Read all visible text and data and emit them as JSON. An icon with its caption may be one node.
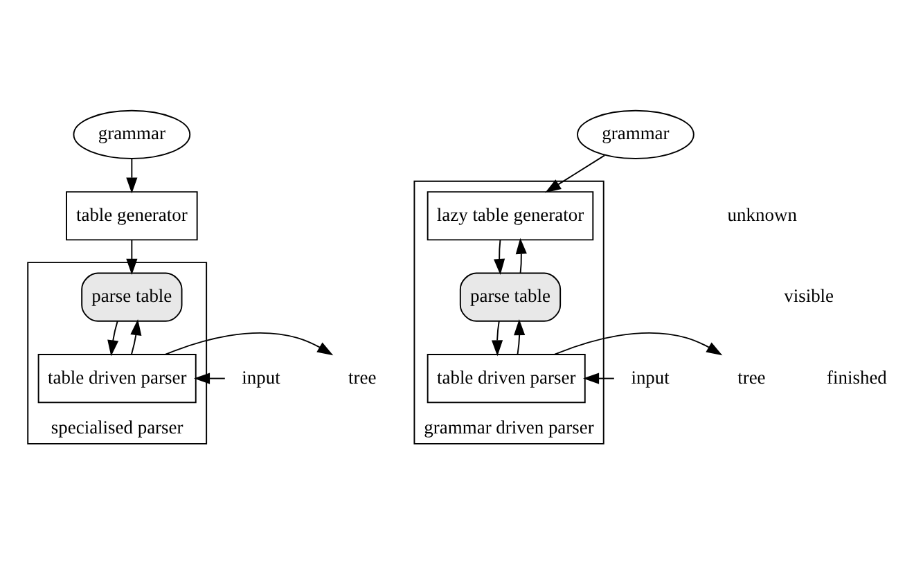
{
  "diagram": {
    "nodes": [
      {
        "text": [
          "grammar"
        ]
      },
      {
        "text": [
          "table generator"
        ]
      },
      {
        "text": [
          "specialised parser"
        ]
      },
      {
        "text": [
          "parse table"
        ],
        "in": 2
      },
      {
        "text": [
          "table driven parser"
        ],
        "in": 2
      },
      {
        "text": [
          "grammar"
        ]
      },
      {
        "text": [
          "grammar driven parser"
        ]
      },
      {
        "text": [
          "lazy table generator"
        ],
        "in": 6
      },
      {
        "text": [
          "parse table"
        ],
        "in": 6
      },
      {
        "text": [
          "table driven parser"
        ],
        "in": 6
      },
      {
        "text": [
          "input"
        ]
      },
      {
        "text": [
          "tree"
        ]
      },
      {
        "text": [
          "input"
        ]
      },
      {
        "text": [
          "tree"
        ]
      }
    ],
    "edges": [
      {
        "from": 0,
        "to": 1,
        "arrow": "to"
      },
      {
        "from": 1,
        "to": 3,
        "arrow": "to"
      },
      {
        "from": 4,
        "to": 3,
        "arrow": "to"
      },
      {
        "from": 3,
        "to": 4,
        "arrow": "to"
      },
      {
        "from": 10,
        "to": 4,
        "arrow": "to"
      },
      {
        "from": 4,
        "to": 11,
        "arrow": "to"
      },
      {
        "from": 5,
        "to": 7,
        "arrow": "to"
      },
      {
        "from": 8,
        "to": 7,
        "arrow": "to"
      },
      {
        "from": 7,
        "to": 8,
        "arrow": "to"
      },
      {
        "from": 9,
        "to": 8,
        "arrow": "to"
      },
      {
        "from": 8,
        "to": 9,
        "arrow": "to"
      },
      {
        "from": 12,
        "to": 9,
        "arrow": "to"
      },
      {
        "from": 9,
        "to": 13,
        "arrow": "to"
      }
    ],
    "labels": [
      "unknown",
      "visible",
      "finished"
    ]
  }
}
